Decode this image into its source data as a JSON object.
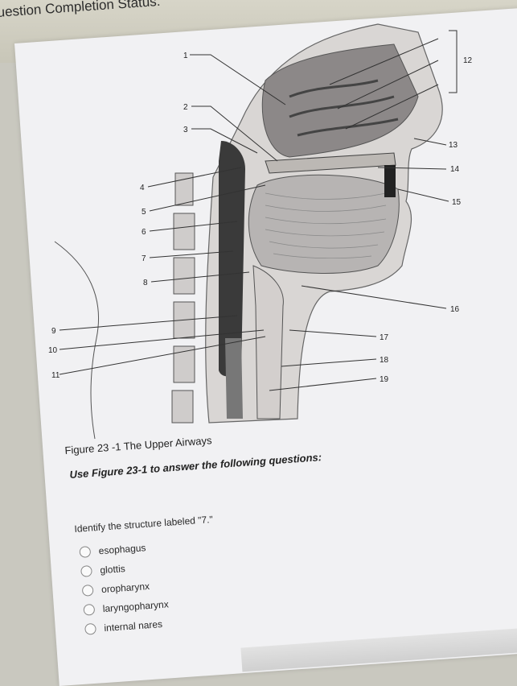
{
  "header": {
    "status_label": "uestion Completion Status:"
  },
  "figure": {
    "labels_left": [
      "1",
      "2",
      "3",
      "4",
      "5",
      "6",
      "7",
      "8",
      "9",
      "10",
      "11"
    ],
    "labels_right": [
      "12",
      "13",
      "14",
      "15",
      "16",
      "17",
      "18",
      "19"
    ]
  },
  "caption": "Figure 23 -1 The Upper Airways",
  "instruction": "Use Figure 23-1 to answer the following questions:",
  "question": {
    "prompt": "Identify the structure labeled \"7.\"",
    "options": [
      "esophagus",
      "glottis",
      "oropharynx",
      "laryngopharynx",
      "internal nares"
    ]
  }
}
